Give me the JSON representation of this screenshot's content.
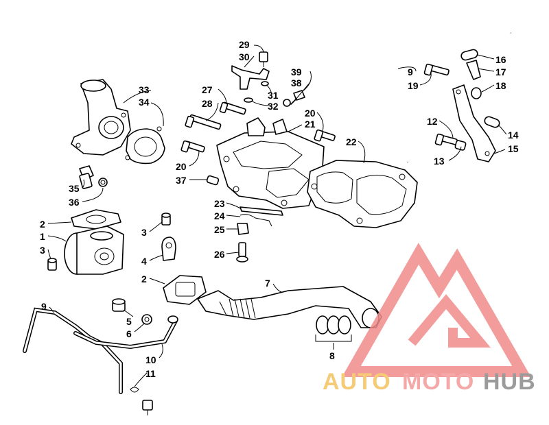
{
  "callouts": [
    {
      "id": "c29",
      "text": "29"
    },
    {
      "id": "c30",
      "text": "30"
    },
    {
      "id": "c39",
      "text": "39"
    },
    {
      "id": "c38",
      "text": "38"
    },
    {
      "id": "c31",
      "text": "31"
    },
    {
      "id": "c32",
      "text": "32"
    },
    {
      "id": "c27",
      "text": "27"
    },
    {
      "id": "c28",
      "text": "28"
    },
    {
      "id": "c33",
      "text": "33"
    },
    {
      "id": "c34",
      "text": "34"
    },
    {
      "id": "c20a",
      "text": "20"
    },
    {
      "id": "c21",
      "text": "21"
    },
    {
      "id": "c22",
      "text": "22"
    },
    {
      "id": "c20b",
      "text": "20"
    },
    {
      "id": "c37",
      "text": "37"
    },
    {
      "id": "c35",
      "text": "35"
    },
    {
      "id": "c36",
      "text": "36"
    },
    {
      "id": "c9a",
      "text": "9"
    },
    {
      "id": "c19",
      "text": "19"
    },
    {
      "id": "c16",
      "text": "16"
    },
    {
      "id": "c17",
      "text": "17"
    },
    {
      "id": "c18",
      "text": "18"
    },
    {
      "id": "c12",
      "text": "12"
    },
    {
      "id": "c14",
      "text": "14"
    },
    {
      "id": "c13",
      "text": "13"
    },
    {
      "id": "c15",
      "text": "15"
    },
    {
      "id": "c23",
      "text": "23"
    },
    {
      "id": "c24",
      "text": "24"
    },
    {
      "id": "c25",
      "text": "25"
    },
    {
      "id": "c26",
      "text": "26"
    },
    {
      "id": "c2a",
      "text": "2"
    },
    {
      "id": "c1",
      "text": "1"
    },
    {
      "id": "c3a",
      "text": "3"
    },
    {
      "id": "c3b",
      "text": "3"
    },
    {
      "id": "c4",
      "text": "4"
    },
    {
      "id": "c2b",
      "text": "2"
    },
    {
      "id": "c7",
      "text": "7"
    },
    {
      "id": "c8",
      "text": "8"
    },
    {
      "id": "c9b",
      "text": "9"
    },
    {
      "id": "c5",
      "text": "5"
    },
    {
      "id": "c6",
      "text": "6"
    },
    {
      "id": "c10",
      "text": "10"
    },
    {
      "id": "c11",
      "text": "11"
    }
  ],
  "watermark": {
    "word1": "AUTO",
    "word2": "MOTO",
    "word3": "HUB",
    "color1": "#f5c261",
    "color2": "#f49a9a",
    "color3": "#8a8a8a",
    "mark_color": "#f08b8b"
  }
}
